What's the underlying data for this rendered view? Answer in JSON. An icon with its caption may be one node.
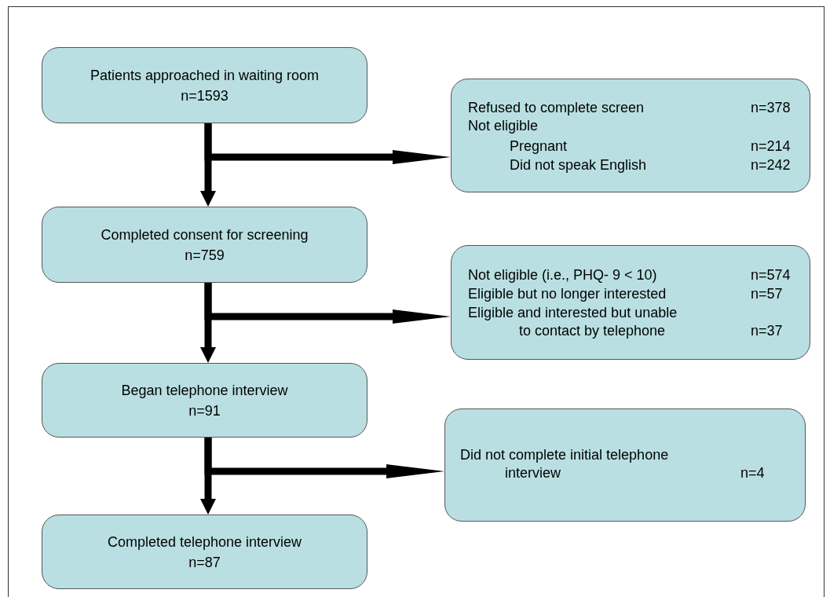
{
  "diagram": {
    "nodes": [
      {
        "text": [
          "Patients approached in waiting room",
          "n=1593"
        ]
      },
      {
        "text": [
          "Refused to complete screen",
          "n=378",
          "Not eligible",
          "Pregnant",
          "n=214",
          "Did not speak English",
          "n=242"
        ]
      },
      {
        "text": [
          "Completed consent for screening",
          "n=759"
        ]
      },
      {
        "text": [
          "Not eligible (i.e., PHQ- 9 < 10)",
          "n=574",
          "Eligible but no longer interested",
          "n=57",
          "Eligible and interested but unable to contact by telephone",
          "n=37"
        ]
      },
      {
        "text": [
          "Began telephone interview",
          "n=91"
        ]
      },
      {
        "text": [
          "Did not complete initial telephone interview",
          "n=4"
        ]
      },
      {
        "text": [
          "Completed telephone interview",
          "n=87"
        ]
      }
    ],
    "edges": [
      {
        "from": 0,
        "to": 2,
        "arrow": "to"
      },
      {
        "from": 0,
        "to": 1,
        "arrow": "to"
      },
      {
        "from": 2,
        "to": 4,
        "arrow": "to"
      },
      {
        "from": 2,
        "to": 3,
        "arrow": "to"
      },
      {
        "from": 4,
        "to": 6,
        "arrow": "to"
      },
      {
        "from": 4,
        "to": 5,
        "arrow": "to"
      }
    ]
  }
}
